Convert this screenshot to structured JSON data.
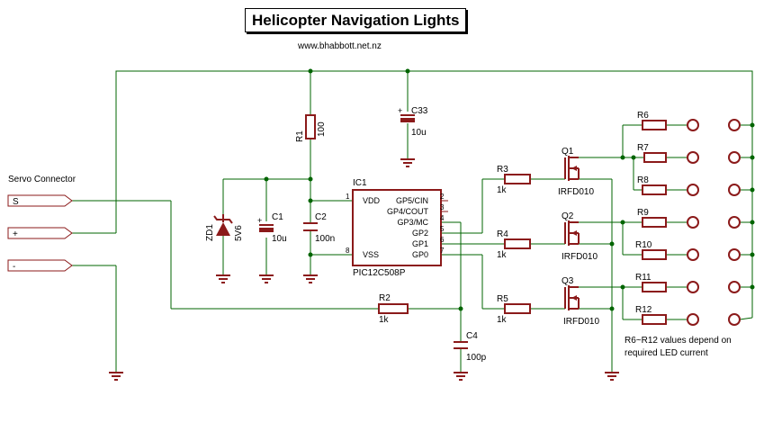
{
  "title": "Helicopter Navigation Lights",
  "website": "www.bhabbott.net.nz",
  "servo": {
    "label": "Servo Connector",
    "pins": [
      "S",
      "+",
      "-"
    ]
  },
  "components": {
    "R1": {
      "ref": "R1",
      "value": "100"
    },
    "R2": {
      "ref": "R2",
      "value": "1k"
    },
    "R3": {
      "ref": "R3",
      "value": "1k"
    },
    "R4": {
      "ref": "R4",
      "value": "1k"
    },
    "R5": {
      "ref": "R5",
      "value": "1k"
    },
    "R6": {
      "ref": "R6"
    },
    "R7": {
      "ref": "R7"
    },
    "R8": {
      "ref": "R8"
    },
    "R9": {
      "ref": "R9"
    },
    "R10": {
      "ref": "R10"
    },
    "R11": {
      "ref": "R11"
    },
    "R12": {
      "ref": "R12"
    },
    "C1": {
      "ref": "C1",
      "value": "10u"
    },
    "C2": {
      "ref": "C2",
      "value": "100n"
    },
    "C33": {
      "ref": "C33",
      "value": "10u"
    },
    "C4": {
      "ref": "C4",
      "value": "100p"
    },
    "ZD1": {
      "ref": "ZD1",
      "value": "5V6"
    },
    "Q1": {
      "ref": "Q1",
      "value": "IRFD010"
    },
    "Q2": {
      "ref": "Q2",
      "value": "IRFD010"
    },
    "Q3": {
      "ref": "Q3",
      "value": "IRFD010"
    }
  },
  "ic": {
    "ref": "IC1",
    "part": "PIC12C508P",
    "pins": {
      "vdd": "VDD",
      "vss": "VSS",
      "gp5": "GP5/CIN",
      "gp4": "GP4/COUT",
      "gp3": "GP3/MC",
      "gp2": "GP2",
      "gp1": "GP1",
      "gp0": "GP0"
    },
    "pin_numbers": {
      "p1": "1",
      "p2": "2",
      "p3": "3",
      "p4": "4",
      "p5": "5",
      "p6": "6",
      "p7": "7",
      "p8": "8"
    }
  },
  "note": {
    "line1": "R6~R12 values depend on",
    "line2": "required LED current"
  },
  "colors": {
    "wire": "#006400",
    "component": "#8b1a1a",
    "text": "#000000"
  }
}
